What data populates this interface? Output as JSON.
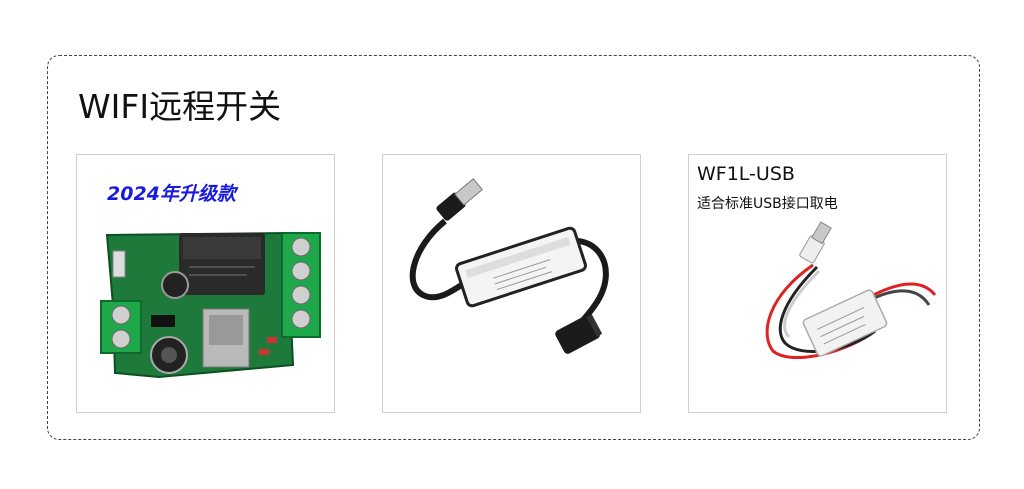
{
  "panel": {
    "title": "WIFI远程开关"
  },
  "products": [
    {
      "badge": "2024年升级款",
      "image_icon": "relay-board-image"
    },
    {
      "image_icon": "usb-inline-module-image"
    },
    {
      "model": "WF1L-USB",
      "subtitle": "适合标准USB接口取电",
      "image_icon": "usb-cable-switch-image"
    }
  ]
}
